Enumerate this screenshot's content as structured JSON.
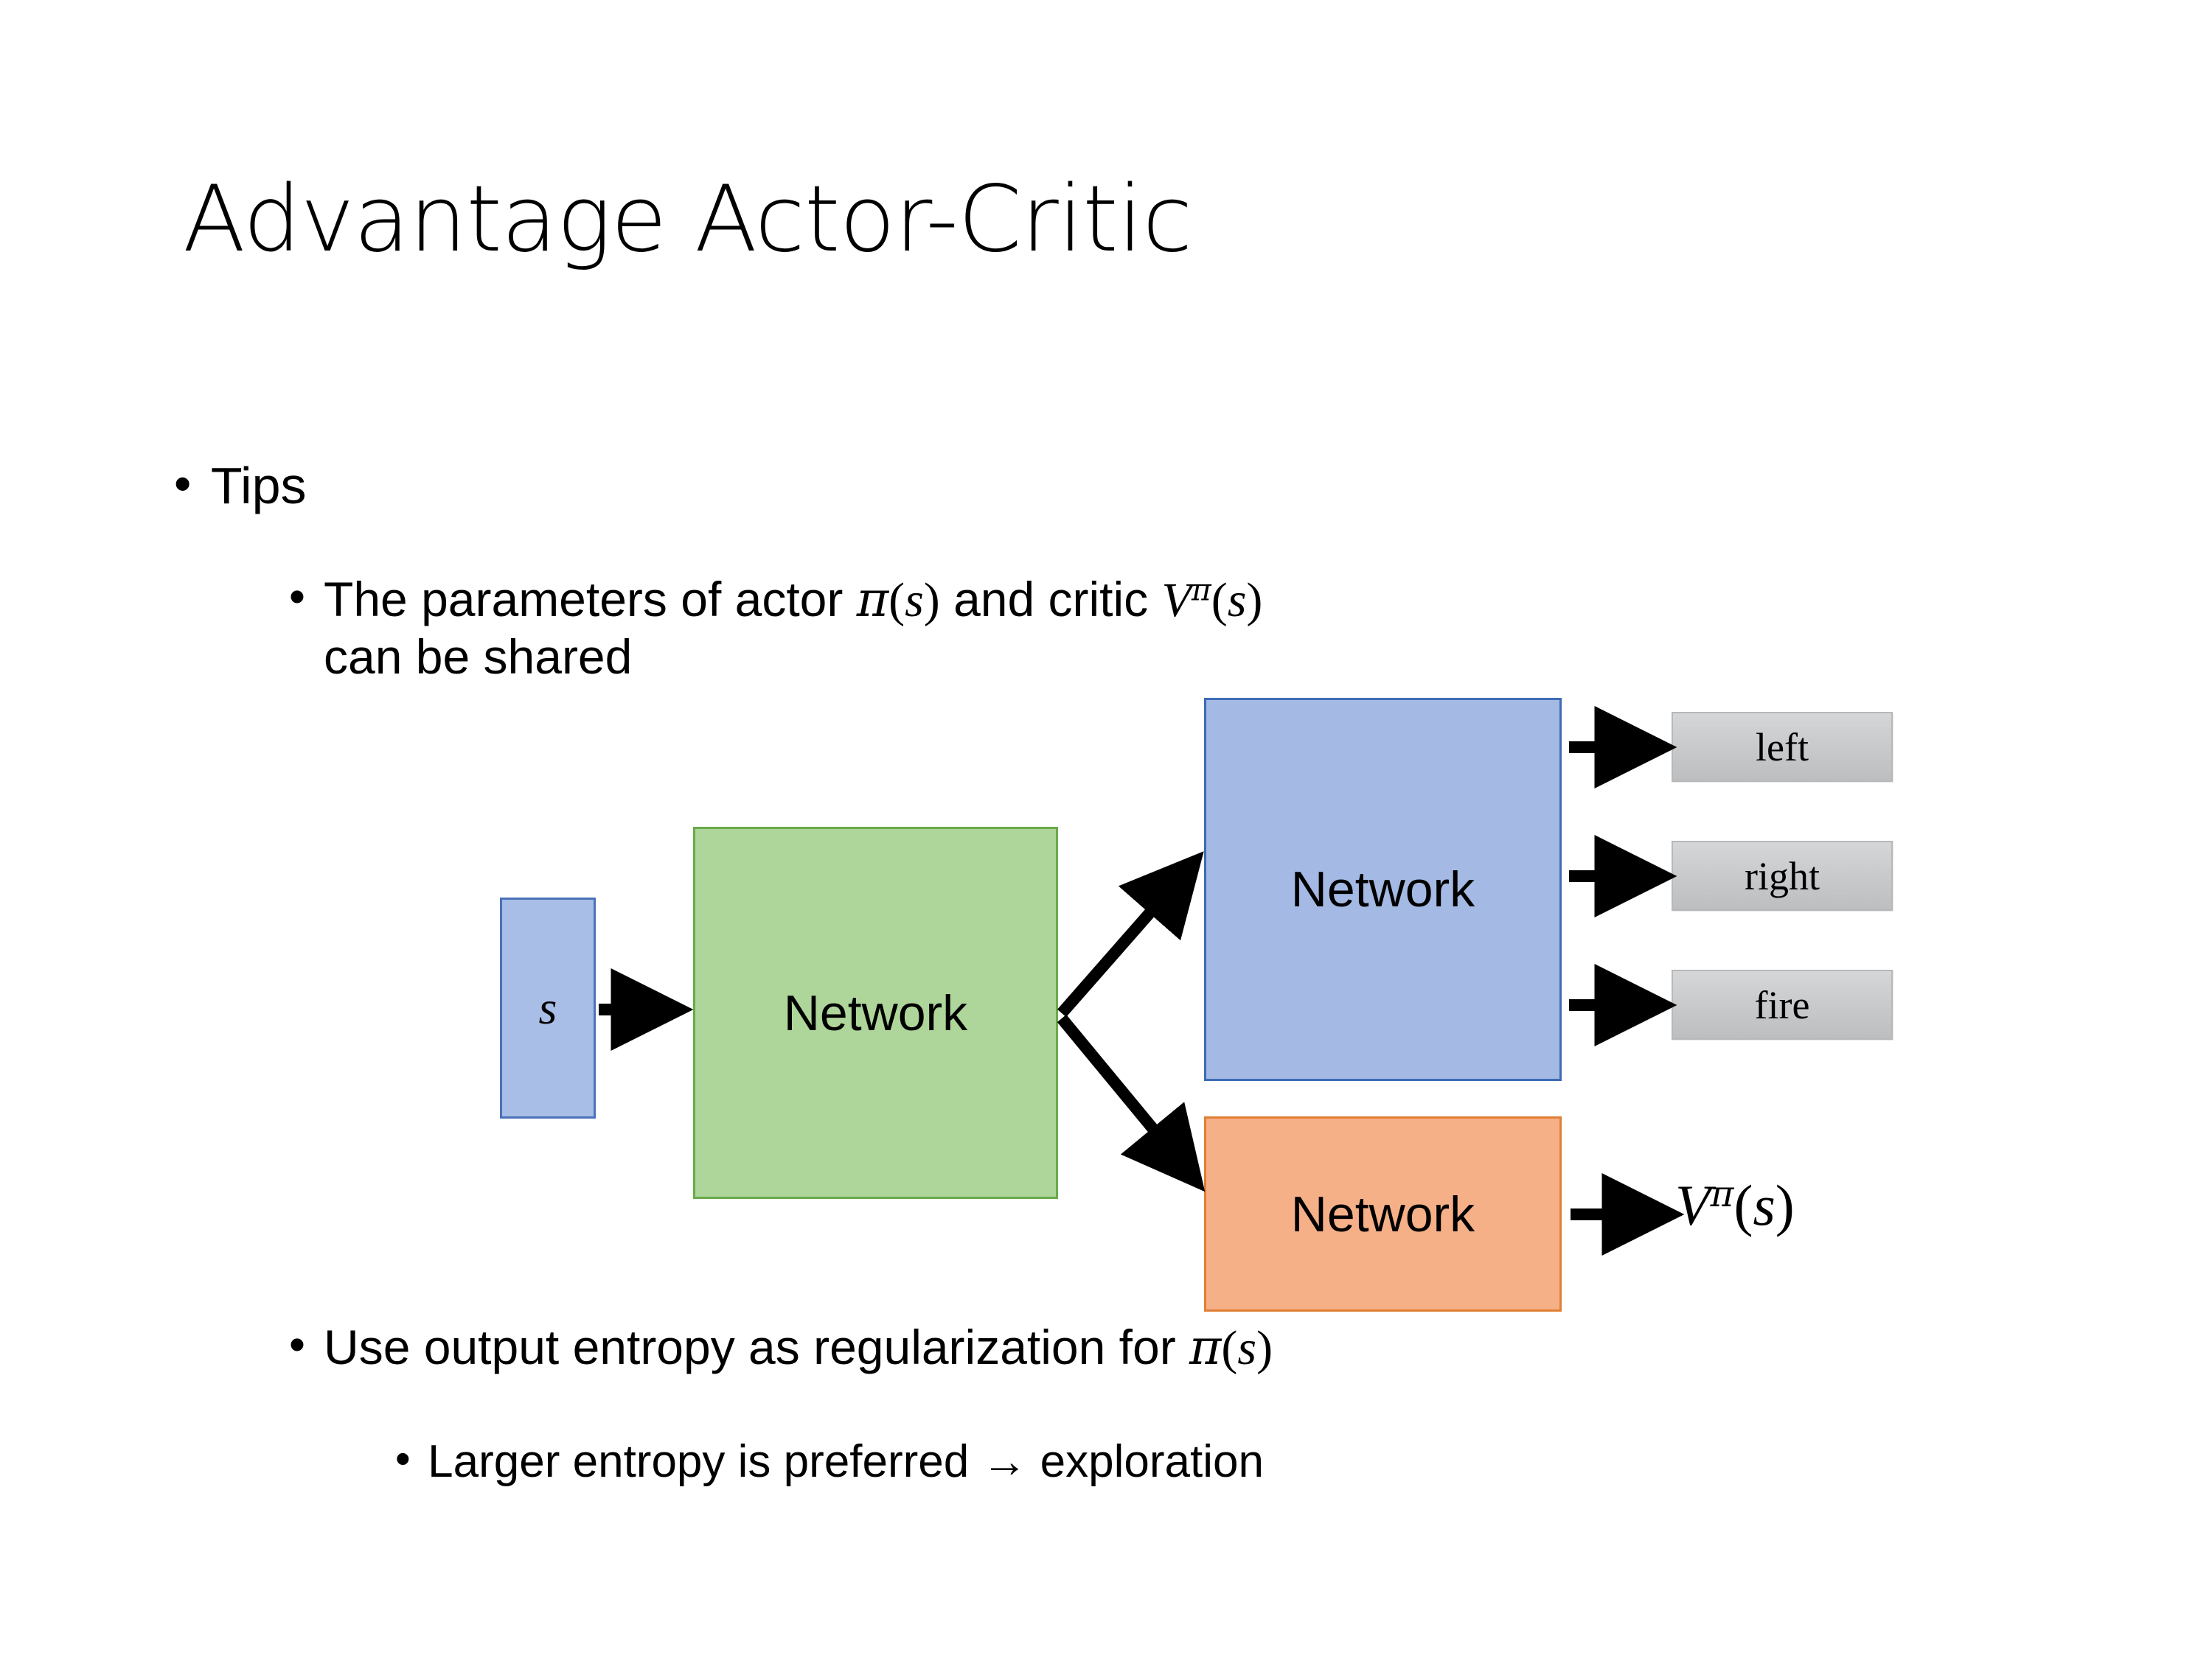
{
  "slide": {
    "title": "Advantage Actor-Critic",
    "background_color": "#ffffff"
  },
  "bullets": {
    "tips": {
      "marker": "•",
      "text": "Tips"
    },
    "parameters": {
      "marker": "•",
      "line1_prefix": "The parameters of actor ",
      "math_actor": "π(s)",
      "line1_middle": "  and critic ",
      "math_critic": "Vπ(s)",
      "line2": "can be shared"
    },
    "entropy": {
      "marker": "•",
      "text_prefix": "Use output entropy as regularization for ",
      "math": "π(s)"
    },
    "larger_entropy": {
      "marker": "•",
      "text": "Larger entropy is preferred → exploration"
    }
  },
  "diagram": {
    "state_node": {
      "label": "s",
      "fill": "#a8bde5",
      "border": "#4a72b8"
    },
    "shared_network": {
      "label": "Network",
      "fill": "#aed69a",
      "border": "#6aaa4a"
    },
    "actor_network": {
      "label": "Network",
      "fill": "#a4b9e3",
      "border": "#3d6cb5"
    },
    "critic_network": {
      "label": "Network",
      "fill": "#f6b088",
      "border": "#e07f33"
    },
    "actions": [
      {
        "label": "left"
      },
      {
        "label": "right"
      },
      {
        "label": "fire"
      }
    ],
    "value_output": {
      "base": "V",
      "exponent": "π",
      "argument": "(s)"
    },
    "arrow_color": "#000000"
  }
}
